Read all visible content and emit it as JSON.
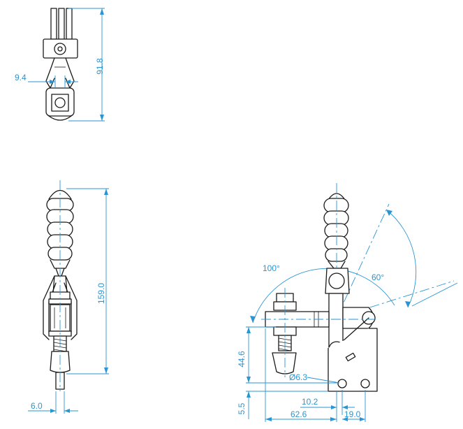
{
  "colors": {
    "dimension": "#2a95d3",
    "outline": "#1a1a1a",
    "background": "#ffffff"
  },
  "dimensions": {
    "top_height": "91.8",
    "top_width": "9.4",
    "side_height": "159.0",
    "side_width": "6.0",
    "front_base_height": "44.6",
    "front_bottom_offset": "5.5",
    "front_hole_diameter": "Ø6.3",
    "front_offset_small": "10.2",
    "front_total_width": "62.6",
    "front_hole_spacing": "19.0",
    "angle_open": "100°",
    "angle_handle": "60°"
  }
}
